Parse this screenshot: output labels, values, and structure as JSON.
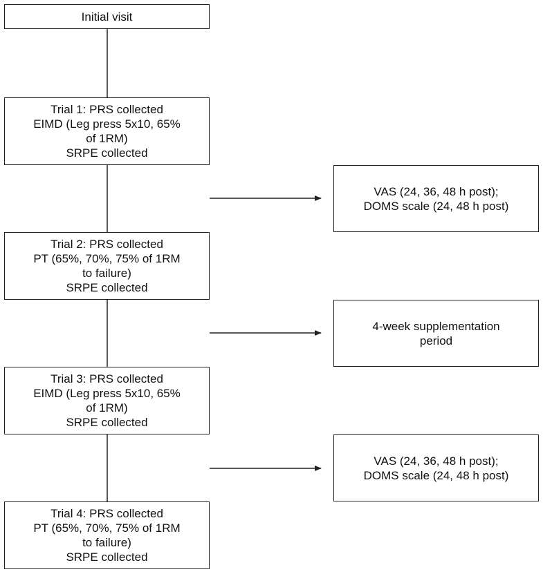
{
  "steps": [
    {
      "lines": [
        "Initial visit"
      ]
    },
    {
      "lines": [
        "Trial 1: PRS collected",
        "EIMD (Leg press 5x10, 65%",
        "of 1RM)",
        "SRPE collected"
      ]
    },
    {
      "lines": [
        "Trial 2: PRS collected",
        "PT (65%, 70%, 75% of 1RM",
        "to failure)",
        "SRPE collected"
      ]
    },
    {
      "lines": [
        "Trial 3: PRS collected",
        "EIMD (Leg press 5x10, 65%",
        "of 1RM)",
        "SRPE collected"
      ]
    },
    {
      "lines": [
        "Trial 4: PRS collected",
        "PT (65%, 70%, 75% of 1RM",
        "to failure)",
        "SRPE collected"
      ]
    }
  ],
  "side_notes": [
    {
      "lines": [
        "VAS (24, 36, 48 h post);",
        "DOMS scale (24, 48 h post)"
      ]
    },
    {
      "lines": [
        "4-week supplementation",
        "period"
      ]
    },
    {
      "lines": [
        "VAS (24, 36, 48 h post);",
        "DOMS scale (24, 48 h post)"
      ]
    }
  ],
  "colors": {
    "stroke": "#222222",
    "text": "#111111",
    "background": "#ffffff"
  }
}
